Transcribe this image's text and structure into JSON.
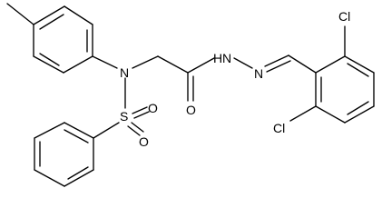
{
  "molecule": {
    "atoms": {
      "n_amine": "N",
      "s_sulfonyl": "S",
      "o_sulfonyl_1": "O",
      "o_sulfonyl_2": "O",
      "o_carbonyl": "O",
      "n_hydrazide": "N",
      "h_hydrazide": "H",
      "n_imine": "N",
      "cl_top": "Cl",
      "cl_bottom": "Cl"
    },
    "colors": {
      "bonds": "#000000",
      "labels": "#000000",
      "background": "#ffffff"
    }
  }
}
